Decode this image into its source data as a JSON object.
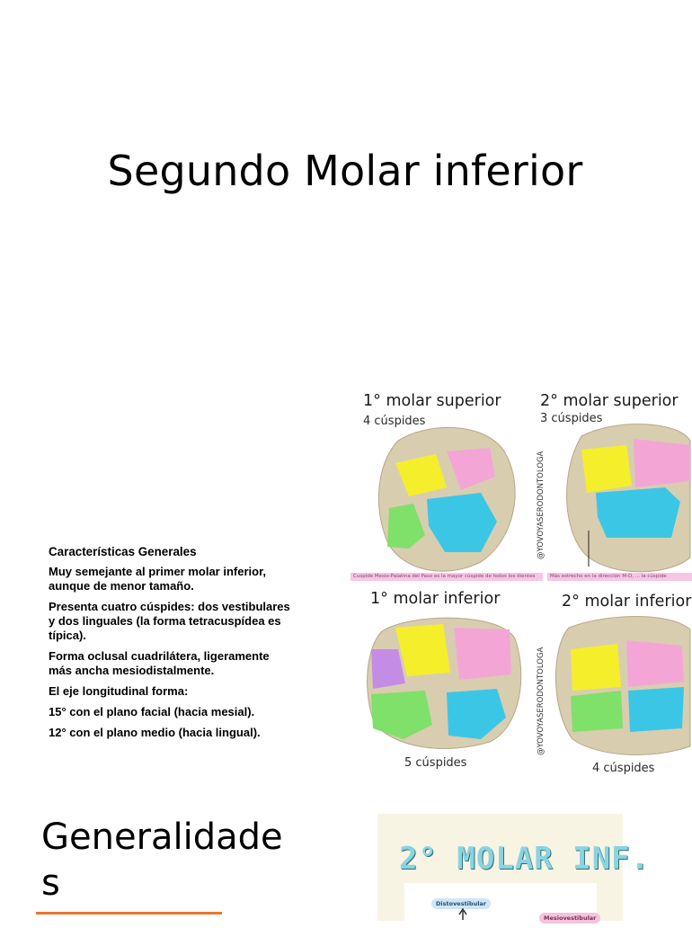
{
  "slide1": {
    "title": "Segundo Molar inferior",
    "text_block": {
      "heading": "Características Generales",
      "paragraphs": [
        "Muy semejante al primer molar inferior, aunque de menor tamaño.",
        "Presenta cuatro cúspides: dos vestibulares y dos linguales (la forma tetracuspídea es típica).",
        "Forma oclusal cuadrilátera, ligeramente más ancha mesiodistalmente.",
        "El eje longitudinal forma:",
        "15° con el plano facial (hacia mesial).",
        "12° con el plano medio (hacia lingual)."
      ]
    },
    "figure": {
      "panels": [
        {
          "title": "1° molar superior",
          "count": "4 cúspides"
        },
        {
          "title": "2° molar superior",
          "count": "3 cúspides"
        },
        {
          "title": "1° molar inferior",
          "count": "5 cúspides"
        },
        {
          "title": "2° molar inferior",
          "count": "4 cúspides"
        }
      ],
      "watermark": "@YOVOYASERODONTOLOGA",
      "notes": [
        "Cuspide Mesio-Palatina del Paso es la mayor cúspide de todos los dientes",
        "Más estrecho en la dirección M-D, ... la cúspide"
      ],
      "colors": {
        "yellow": "#f5ef2b",
        "pink": "#f3a6d6",
        "cyan": "#3cc6e6",
        "green": "#7fe06a",
        "purple": "#c58ce6",
        "enamel": "#d9cdb0"
      }
    }
  },
  "slide2": {
    "title_line1": "Generalidade",
    "title_line2": "s",
    "card": {
      "title": "2° MOLAR INF.",
      "labels": [
        "Distovestibular",
        "Mesiovestibular"
      ]
    }
  }
}
